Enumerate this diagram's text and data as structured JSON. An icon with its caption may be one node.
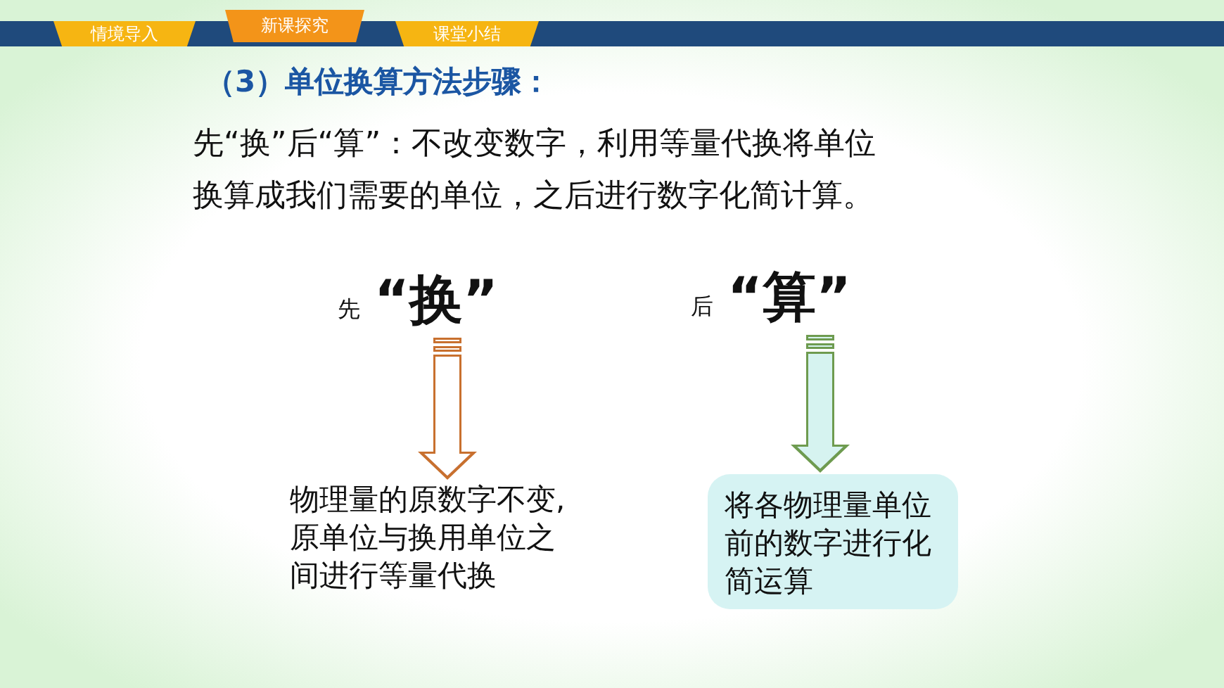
{
  "diagram": {
    "title": "（3）单位换算方法步骤：",
    "nodes": [
      {
        "text": [
          "情境导入"
        ]
      },
      {
        "text": [
          "新课探究"
        ]
      },
      {
        "text": [
          "课堂小结"
        ]
      },
      {
        "text": [
          "先",
          "“换”"
        ]
      },
      {
        "text": [
          "物理量的原数字不变,原单位与换用单位之间进行等量代换"
        ]
      },
      {
        "text": [
          "后",
          "“算”"
        ]
      },
      {
        "text": [
          "将各物理量单位前的数字进行化简运算"
        ]
      }
    ],
    "edges": [
      {
        "from": 3,
        "to": 4,
        "arrow": "to",
        "color": "#c8702e"
      },
      {
        "from": 5,
        "to": 6,
        "arrow": "to",
        "color": "#6e9b50"
      }
    ],
    "labels": [
      "先“换”后“算”：不改变数字，利用等量代换将单位换算成我们需要的单位，之后进行数字化简计算。"
    ]
  }
}
